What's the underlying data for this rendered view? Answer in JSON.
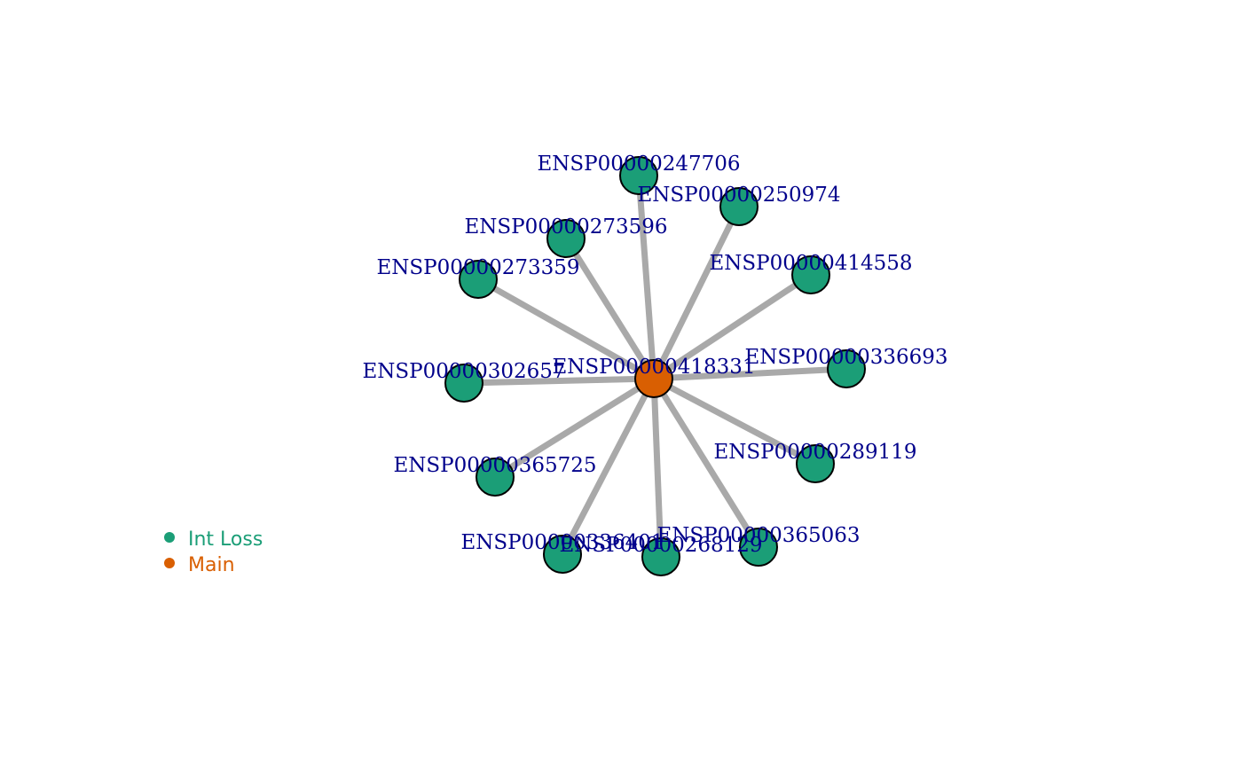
{
  "colors": {
    "edge": "#a9a9a9",
    "int_loss": "#1b9e77",
    "main": "#d95f02",
    "label": "#00008b",
    "node_border": "#000000"
  },
  "hub": {
    "id": "ENSP00000418331",
    "group": "Main"
  },
  "nodes": [
    {
      "id": "ENSP00000247706",
      "group": "Int Loss"
    },
    {
      "id": "ENSP00000250974",
      "group": "Int Loss"
    },
    {
      "id": "ENSP00000273596",
      "group": "Int Loss"
    },
    {
      "id": "ENSP00000273359",
      "group": "Int Loss"
    },
    {
      "id": "ENSP00000414558",
      "group": "Int Loss"
    },
    {
      "id": "ENSP00000302657",
      "group": "Int Loss"
    },
    {
      "id": "ENSP00000336693",
      "group": "Int Loss"
    },
    {
      "id": "ENSP00000365725",
      "group": "Int Loss"
    },
    {
      "id": "ENSP00000289119",
      "group": "Int Loss"
    },
    {
      "id": "ENSP00000336401",
      "group": "Int Loss"
    },
    {
      "id": "ENSP00000268129",
      "group": "Int Loss"
    },
    {
      "id": "ENSP00000365063",
      "group": "Int Loss"
    }
  ],
  "legend": [
    {
      "label": "Int Loss",
      "color": "#1b9e77"
    },
    {
      "label": "Main",
      "color": "#d95f02"
    }
  ]
}
